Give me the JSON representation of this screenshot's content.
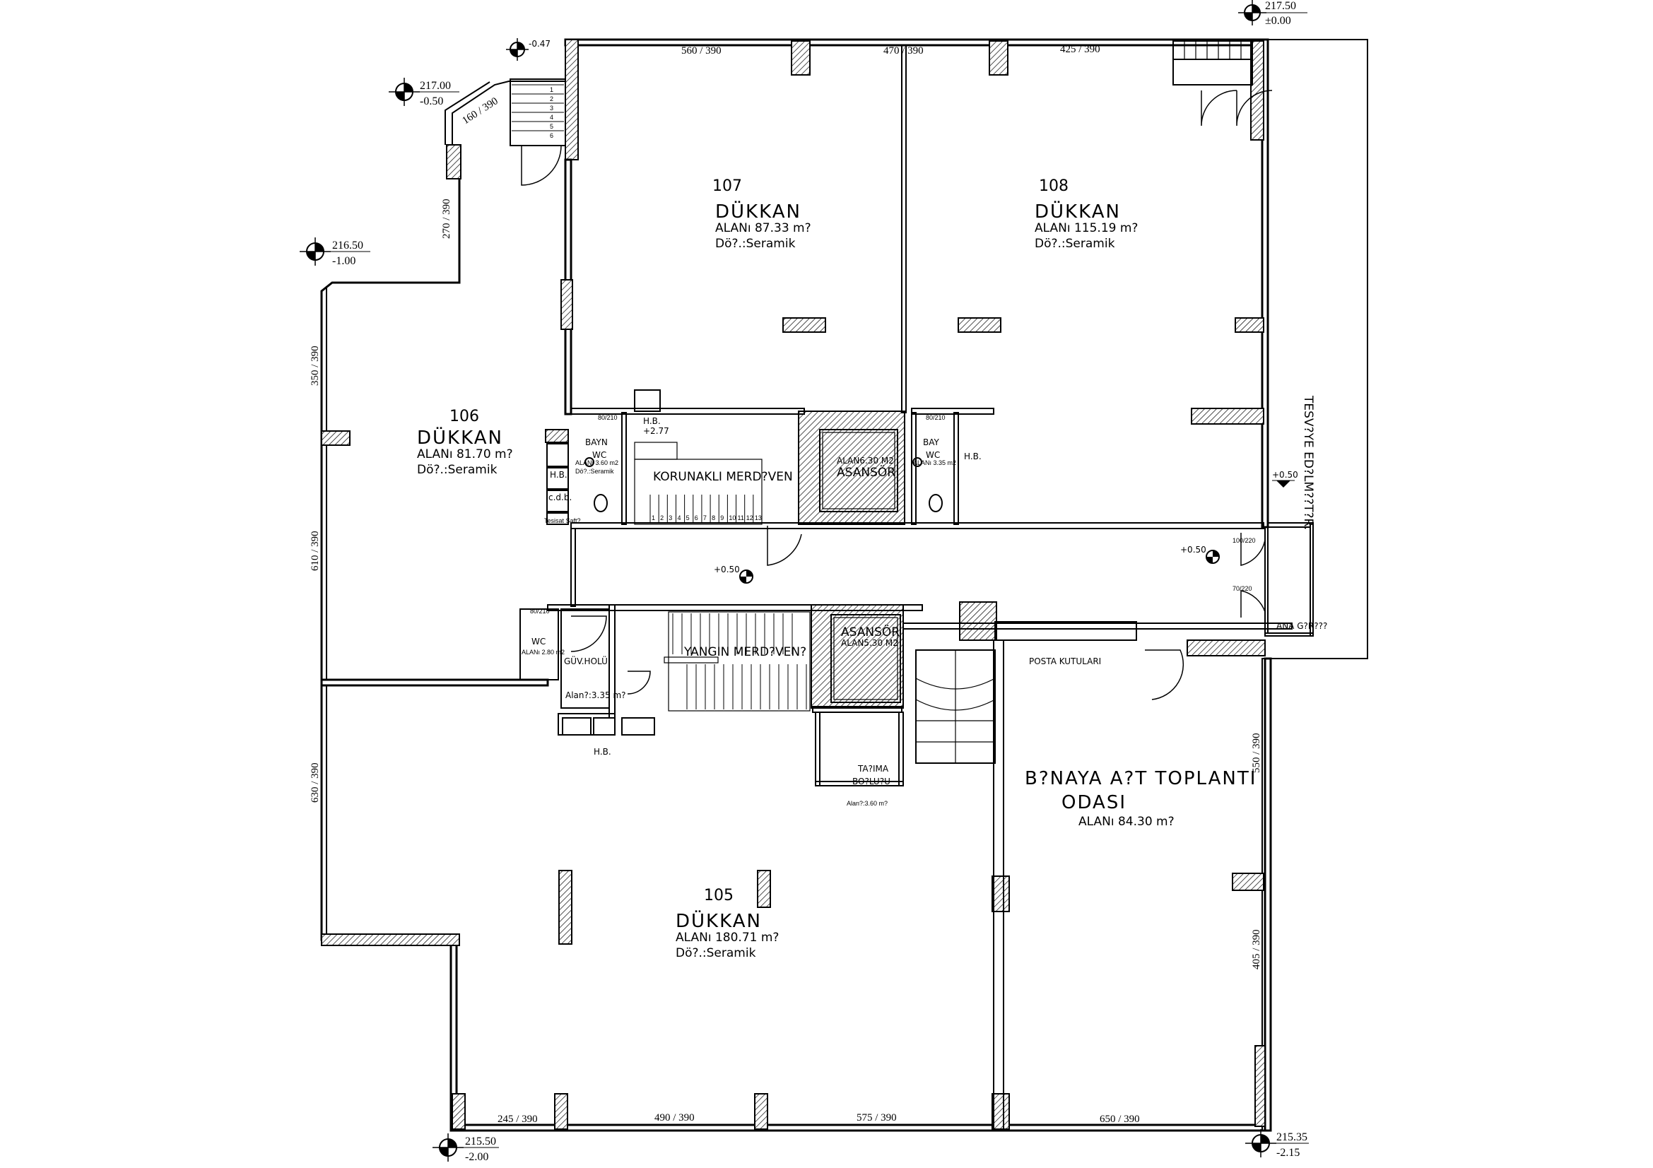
{
  "rooms": {
    "r107": {
      "number": "107",
      "name": "DÜKKAN",
      "area": "ALANı 87.33 m?",
      "floor": "Dö?.:Seramik"
    },
    "r108": {
      "number": "108",
      "name": "DÜKKAN",
      "area": "ALANı 115.19 m?",
      "floor": "Dö?.:Seramik"
    },
    "r106": {
      "number": "106",
      "name": "DÜKKAN",
      "area": "ALANı 81.70 m?",
      "floor": "Dö?.:Seramik"
    },
    "r105": {
      "number": "105",
      "name": "DÜKKAN",
      "area": "ALANı 180.71 m?",
      "floor": "Dö?.:Seramik"
    },
    "meeting": {
      "name1": "B?NAYA A?T TOPLANTI",
      "name2": "ODASI",
      "area": "ALANı 84.30 m?"
    }
  },
  "labels": {
    "elevator1": "ASANSÖR",
    "elevator1_area": "ALAN6.30 M2",
    "elevator2": "ASANSÖR",
    "elevator2_area": "ALAN5.30 M2",
    "stairs_closed": "KORUNAKLI MERD?VEN",
    "stairs_fire": "YANGIN MERD?VEN?",
    "baynwc_a": "BAYN",
    "baynwc_b": "WC",
    "bay_a": "BAY",
    "bay_b": "WC",
    "wc_area_l": "ALANı 3.60 m2",
    "wc_floor_l": "Dö?.:Seramik",
    "wc_area_r": "ALANı 3.35 m2",
    "hb1": "H.B.",
    "hb1_level": "+2.77",
    "hb2": "H.B.",
    "hb3": "H.B.",
    "hb4": "H.B.",
    "cd": "c.d.b.",
    "torch": "Tesisat\nŞaft?",
    "wc2": "WC",
    "wc2_area": "ALANı 2.80 m2",
    "guvholu": "GÜV.HOLÜ",
    "guv_area": "Alan?:3.35 m?",
    "carry_1": "TA?IMA",
    "carry_2": "BO?LU?U",
    "carry_area": "Alan?:3.60 m?",
    "post": "POSTA KUTULARI",
    "entrance": "ANA G?R???",
    "tesviye": "TESV?YE ED?LM??T?R.",
    "lvl_050_a": "+0.50",
    "lvl_050_b": "+0.50",
    "lvl_050_c": "+0.50"
  },
  "levels": {
    "l1": {
      "top": "217.50",
      "bottom": "±0.00"
    },
    "l2": {
      "top": "217.00",
      "bottom": "-0.50"
    },
    "l3": {
      "top": "-0.47"
    },
    "l4": {
      "top": "216.50",
      "bottom": "-1.00"
    },
    "l5": {
      "top": "215.50",
      "bottom": "-2.00"
    },
    "l6": {
      "top": "215.35",
      "bottom": "-2.15"
    }
  },
  "dims": {
    "d560": "560 / 390",
    "d470": "470 / 390",
    "d425": "425 / 390",
    "d160": "160 / 390",
    "d270": "270 / 390",
    "d350": "350 / 390",
    "d610": "610 / 390",
    "d630": "630 / 390",
    "d245": "245 / 390",
    "d490": "490 / 390",
    "d575": "575 / 390",
    "d650": "650 / 390",
    "d550": "550 / 390",
    "d405": "405 / 390"
  },
  "doors": {
    "d80a": "80/210",
    "d80b": "80/210",
    "d100": "100/220",
    "d70": "70/220",
    "d80c": "80/210"
  },
  "stair_steps_closed": [
    "13",
    "12",
    "11",
    "10",
    "9",
    "8",
    "7",
    "6",
    "5",
    "4",
    "3",
    "2",
    "1"
  ],
  "stair_steps_top": [
    "1",
    "2",
    "3",
    "4",
    "5",
    "6"
  ]
}
